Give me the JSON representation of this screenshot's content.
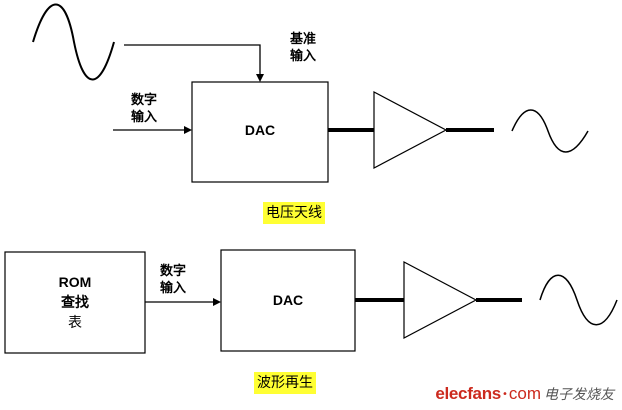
{
  "top_diagram": {
    "ref_input_label": [
      "基准",
      "输入"
    ],
    "digital_input_label": [
      "数字",
      "输入"
    ],
    "dac_label": "DAC",
    "caption": "电压天线"
  },
  "bottom_diagram": {
    "rom_label": [
      "ROM",
      "查找",
      "表"
    ],
    "digital_input_label": [
      "数字",
      "输入"
    ],
    "dac_label": "DAC",
    "caption": "波形再生"
  },
  "watermark": {
    "brand": "elecfans",
    "dot": "•",
    "com": "com",
    "chinese": "电子发烧友"
  }
}
